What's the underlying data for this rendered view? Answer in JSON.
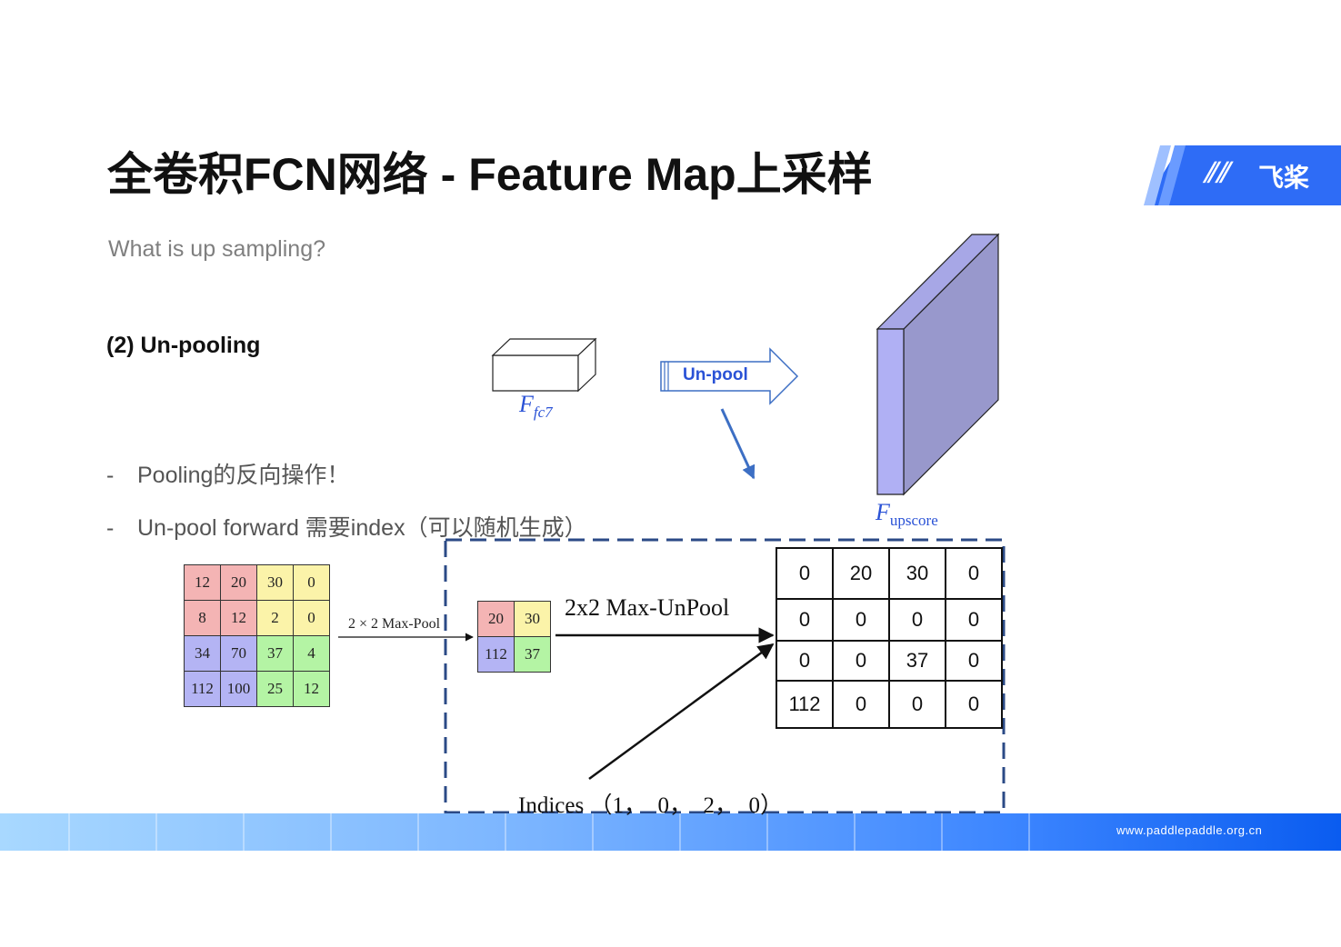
{
  "title": "全卷积FCN网络 - Feature Map上采样",
  "subtitle": "What is up sampling?",
  "section_heading": "(2) Un-pooling",
  "bullets": [
    {
      "dash": "-",
      "text": "Pooling的反向操作！"
    },
    {
      "dash": "-",
      "text": "Un-pool forward 需要index（可以随机生成）"
    }
  ],
  "logo": {
    "text": "飞桨"
  },
  "footer": {
    "url": "www.paddlepaddle.org.cn"
  },
  "diagram": {
    "fc7_label": "F",
    "fc7_sub": "fc7",
    "unpool_arrow_label": "Un-pool",
    "upscore_label": "F",
    "upscore_sub": "upscore",
    "input_grid": [
      [
        "12",
        "20",
        "30",
        "0"
      ],
      [
        "8",
        "12",
        "2",
        "0"
      ],
      [
        "34",
        "70",
        "37",
        "4"
      ],
      [
        "112",
        "100",
        "25",
        "12"
      ]
    ],
    "maxpool_label": "2 × 2 Max-Pool",
    "pooled_grid": [
      [
        "20",
        "30"
      ],
      [
        "112",
        "37"
      ]
    ],
    "unpool_label": "2x2 Max-UnPool",
    "output_grid": [
      [
        "0",
        "20",
        "30",
        "0"
      ],
      [
        "0",
        "0",
        "0",
        "0"
      ],
      [
        "0",
        "0",
        "37",
        "0"
      ],
      [
        "112",
        "0",
        "0",
        "0"
      ]
    ],
    "indices_label": "Indices （1，  0，  2，  0）"
  },
  "colors": {
    "red_cell": "#f4b4b4",
    "yellow_cell": "#fbf3a9",
    "blue_cell": "#b4b4f4",
    "green_cell": "#b4f4a4",
    "accent_blue": "#2a52d6",
    "dashed_box": "#2b4a86"
  }
}
